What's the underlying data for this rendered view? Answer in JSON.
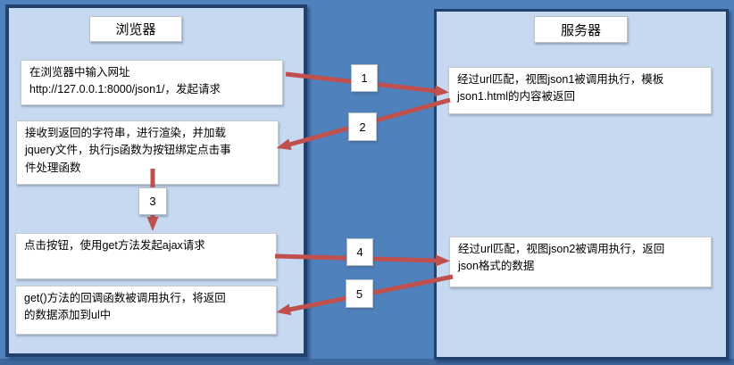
{
  "browser": {
    "title": "浏览器",
    "steps": [
      {
        "text": "在浏览器中输入网址\nhttp://127.0.0.1:8000/json1/，发起请求"
      },
      {
        "text": "接收到返回的字符串，进行渲染，并加载\njquery文件，执行js函数为按钮绑定点击事\n件处理函数"
      },
      {
        "text": "点击按钮，使用get方法发起ajax请求"
      },
      {
        "text": "get()方法的回调函数被调用执行，将返回\n的数据添加到ul中"
      }
    ]
  },
  "server": {
    "title": "服务器",
    "steps": [
      {
        "text": "经过url匹配，视图json1被调用执行，模板\njson1.html的内容被返回"
      },
      {
        "text": "经过url匹配，视图json2被调用执行，返回\njson格式的数据"
      }
    ]
  },
  "step_numbers": [
    "1",
    "2",
    "3",
    "4",
    "5"
  ],
  "colors": {
    "background": "#4f81bd",
    "panel_fill": "#c7d9f0",
    "panel_border": "#20416b",
    "box_fill": "#ffffff",
    "box_border": "#c4c8cd",
    "arrow": "#c0504d",
    "text": "#000000"
  }
}
